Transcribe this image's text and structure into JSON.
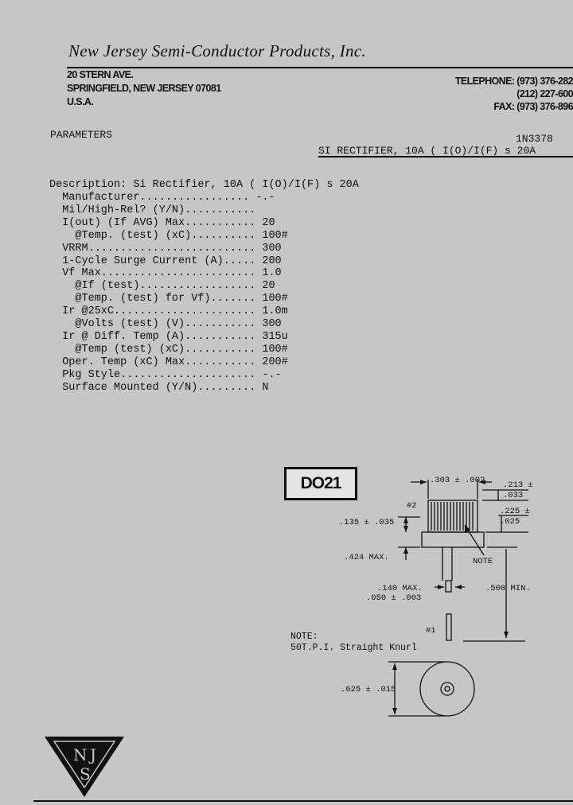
{
  "header": {
    "company": "New Jersey Semi-Conductor Products, Inc.",
    "address_line1": "20 STERN AVE.",
    "address_line2": "SPRINGFIELD, NEW JERSEY 07081",
    "address_line3": "U.S.A.",
    "telephone1": "TELEPHONE: (973) 376-282",
    "telephone2": "(212) 227-600",
    "fax": "FAX: (973) 376-896"
  },
  "section": {
    "parameters_label": "PARAMETERS",
    "part_number": "1N3378",
    "subtitle": "SI RECTIFIER, 10A ( I(O)/I(F) s 20A"
  },
  "description_line": "Description: Si Rectifier, 10A ( I(O)/I(F) s 20A",
  "parameters": [
    {
      "label": "  Manufacturer................. ",
      "value": "-.-"
    },
    {
      "label": "  Mil/High-Rel? (Y/N)........... ",
      "value": ""
    },
    {
      "label": "  I(out) (If AVG) Max........... ",
      "value": "20"
    },
    {
      "label": "    @Temp. (test) (xC).......... ",
      "value": "100#"
    },
    {
      "label": "  VRRM.......................... ",
      "value": "300"
    },
    {
      "label": "  1-Cycle Surge Current (A)..... ",
      "value": "200"
    },
    {
      "label": "  Vf Max........................ ",
      "value": "1.0"
    },
    {
      "label": "    @If (test).................. ",
      "value": "20"
    },
    {
      "label": "    @Temp. (test) for Vf)....... ",
      "value": "100#"
    },
    {
      "label": "  Ir @25xC...................... ",
      "value": "1.0m"
    },
    {
      "label": "    @Volts (test) (V)........... ",
      "value": "300"
    },
    {
      "label": "  Ir @ Diff. Temp (A)........... ",
      "value": "315u"
    },
    {
      "label": "    @Temp (test) (xC)........... ",
      "value": "100#"
    },
    {
      "label": "  Oper. Temp (xC) Max........... ",
      "value": "200#"
    },
    {
      "label": "  Pkg Style..................... ",
      "value": "-.-"
    },
    {
      "label": "  Surface Mounted (Y/N)......... ",
      "value": "N"
    }
  ],
  "package": {
    "badge": "DO21",
    "dims": {
      "top_width": ".303 ± .002",
      "top_right": ".213 ±",
      "top_right2": ".033",
      "right_a": ".225 ±",
      "right_b": ".025",
      "left_a": ".135 ± .035",
      "height": ".424 MAX.",
      "lead_max": ".140 MAX.",
      "lead_dia": ".050 ± .003",
      "lead_len": ".500 MIN.",
      "term2": "#2",
      "term1": "#1",
      "note_arrow": "NOTE",
      "bottom_dia": ".625 ± .015"
    },
    "note_title": "NOTE:",
    "note_text": "50T.P.I. Straight Knurl"
  },
  "logo": {
    "text": "NJS"
  },
  "colors": {
    "paper": "#c6c6c6",
    "ink": "#111111",
    "badge_bg": "#e4e4e4"
  }
}
